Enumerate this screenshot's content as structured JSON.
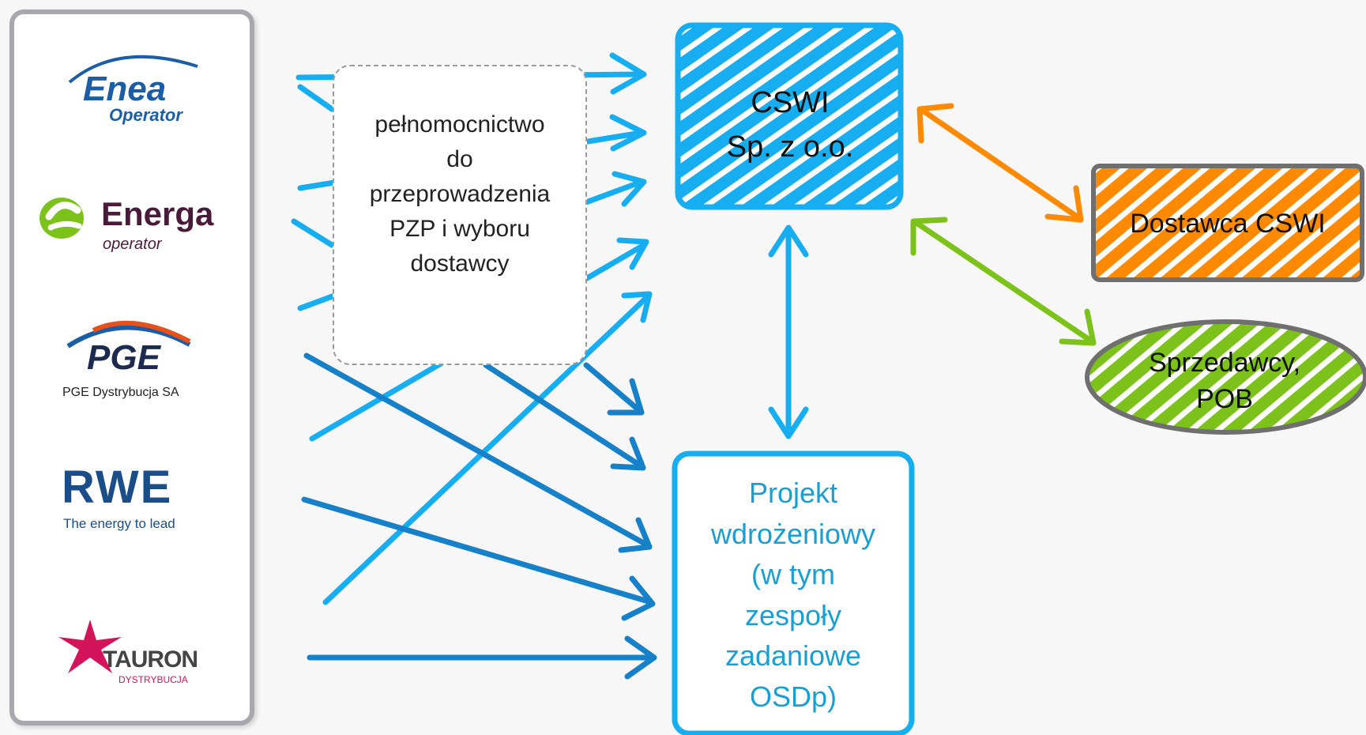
{
  "operators": [
    {
      "name": "Enea",
      "sub": "Operator",
      "icon": "enea-logo-icon"
    },
    {
      "name": "Energa",
      "sub": "operator",
      "icon": "energa-logo-icon"
    },
    {
      "name": "PGE",
      "sub": "PGE Dystrybucja SA",
      "icon": "pge-logo-icon"
    },
    {
      "name": "RWE",
      "sub": "The energy to lead",
      "icon": "rwe-logo-icon"
    },
    {
      "name": "TAURON",
      "sub": "DYSTRYBUCJA",
      "icon": "tauron-logo-icon"
    }
  ],
  "mandate": {
    "text": "pełnomocnictwo\ndo\nprzeprowadzenia\nPZP i wyboru\ndostawcy"
  },
  "cswi": {
    "text": "CSWI\nSp. z o.o."
  },
  "supplier": {
    "text": "Dostawca CSWI"
  },
  "sellers": {
    "text": "Sprzedawcy,\nPOB"
  },
  "project": {
    "text": "Projekt\nwdrożeniowy\n(w tym\nzespoły\nzadaniowe\nOSDp)"
  },
  "colors": {
    "blue": "#16aef0",
    "dark_blue": "#1680c8",
    "orange": "#ff8a00",
    "green": "#7cc21a",
    "gray_border": "#6f6f6f"
  }
}
